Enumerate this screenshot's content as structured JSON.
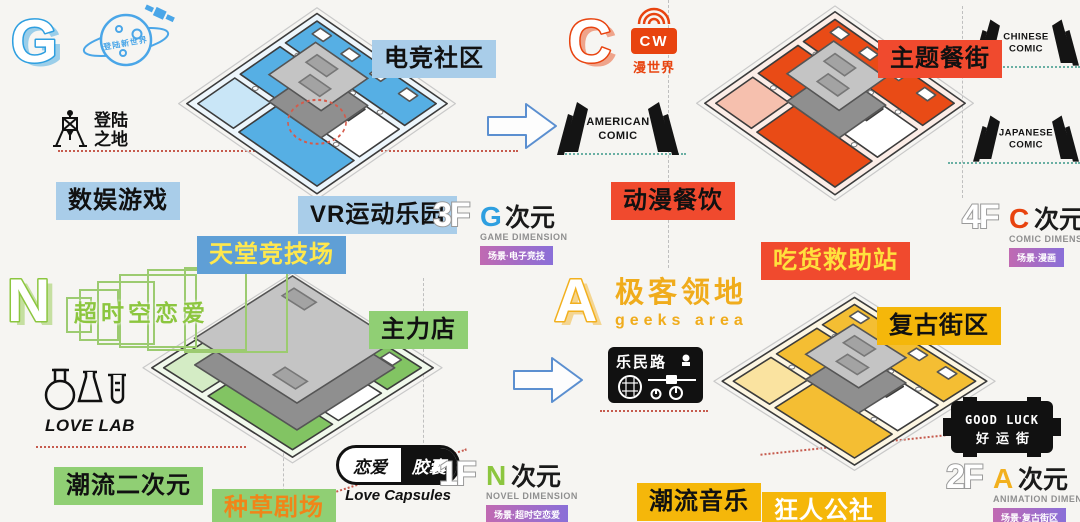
{
  "canvas": {
    "bg": "#F6F5F2"
  },
  "arrow": {
    "stroke": "#5B8FD0",
    "fill": "#FDFDFD"
  },
  "quadrants": {
    "q3f": {
      "style": {
        "accent": "#2E9FE0",
        "pf": "#56AFE4",
        "pl": "#C9E6F7",
        "ps": "#EDF6FC"
      },
      "letter": "G",
      "planet_text": "登陆新世界",
      "site": {
        "line1": "登陆",
        "line2": "之地"
      },
      "chips": [
        {
          "text": "电竞社区",
          "bg": "#A9CDE9",
          "fg": "#111111"
        },
        {
          "text": "数娱游戏",
          "bg": "#A9CDE9",
          "fg": "#111111"
        },
        {
          "text": "VR运动乐园",
          "bg": "#A9CDE9",
          "fg": "#111111"
        },
        {
          "text": "天堂竞技场",
          "bg": "#5F9FD6",
          "fg": "#FFE84D"
        }
      ],
      "floor": {
        "num": "3F",
        "letter": "G",
        "suffix": "次元",
        "en": "GAME DIMENSION",
        "badge": "场景·电子竞技"
      }
    },
    "q4f": {
      "style": {
        "accent": "#E8430F",
        "pf": "#E94B16",
        "pl": "#F6C0AE",
        "ps": "#FCEDE7"
      },
      "letter": "C",
      "cw": {
        "letters": "CW",
        "name": "漫世界"
      },
      "comics": [
        {
          "line1": "AMERICAN",
          "line2": "COMIC"
        },
        {
          "line1": "CHINESE",
          "line2": "COMIC"
        },
        {
          "line1": "JAPANESE",
          "line2": "COMIC"
        }
      ],
      "chips": [
        {
          "text": "主题餐街",
          "bg": "#F04A2E",
          "fg": "#111111"
        },
        {
          "text": "动漫餐饮",
          "bg": "#F04A2E",
          "fg": "#111111"
        },
        {
          "text": "吃货救助站",
          "bg": "#F04A2E",
          "fg": "#FFE13D"
        }
      ],
      "floor": {
        "num": "4F",
        "letter": "C",
        "suffix": "次元",
        "en": "COMIC DIMENSION",
        "badge": "场景·漫画"
      }
    },
    "q1f": {
      "style": {
        "accent": "#8CC63F",
        "pf": "#82C463",
        "pl": "#D4ECC5",
        "ps": "#F1F9EC"
      },
      "letter": "N",
      "tunnel_text": "超时空恋爱",
      "lovelab": "LOVE LAB",
      "capsule": {
        "left": "恋爱",
        "right": "胶囊",
        "en": "Love Capsules"
      },
      "chips": [
        {
          "text": "主力店",
          "bg": "#90CF74",
          "fg": "#111111"
        },
        {
          "text": "潮流二次元",
          "bg": "#90CF74",
          "fg": "#111111"
        },
        {
          "text": "种草剧场",
          "bg": "#90CF74",
          "fg": "#F08519"
        }
      ],
      "floor": {
        "num": "1F",
        "letter": "N",
        "suffix": "次元",
        "en": "NOVEL DIMENSION",
        "badge": "场景·超时空恋爱"
      }
    },
    "q2f": {
      "style": {
        "accent": "#F2B01E",
        "pf": "#F4BE33",
        "pl": "#FAE3A0",
        "ps": "#FDF6E2"
      },
      "letter": "A",
      "brand": {
        "cn": "极客领地",
        "en": "geeks area"
      },
      "radio": "乐民路",
      "plaque": {
        "en": "GOOD LUCK",
        "cn": "好运街"
      },
      "chips": [
        {
          "text": "复古街区",
          "bg": "#F5B70A",
          "fg": "#111111"
        },
        {
          "text": "潮流音乐",
          "bg": "#F5B70A",
          "fg": "#111111"
        },
        {
          "text": "狂人公社",
          "bg": "#F5B70A",
          "fg": "#FFFFFF"
        }
      ],
      "floor": {
        "num": "2F",
        "letter": "A",
        "suffix": "次元",
        "en": "ANIMATION DIMENSION",
        "badge": "场景·复古街区"
      }
    }
  }
}
